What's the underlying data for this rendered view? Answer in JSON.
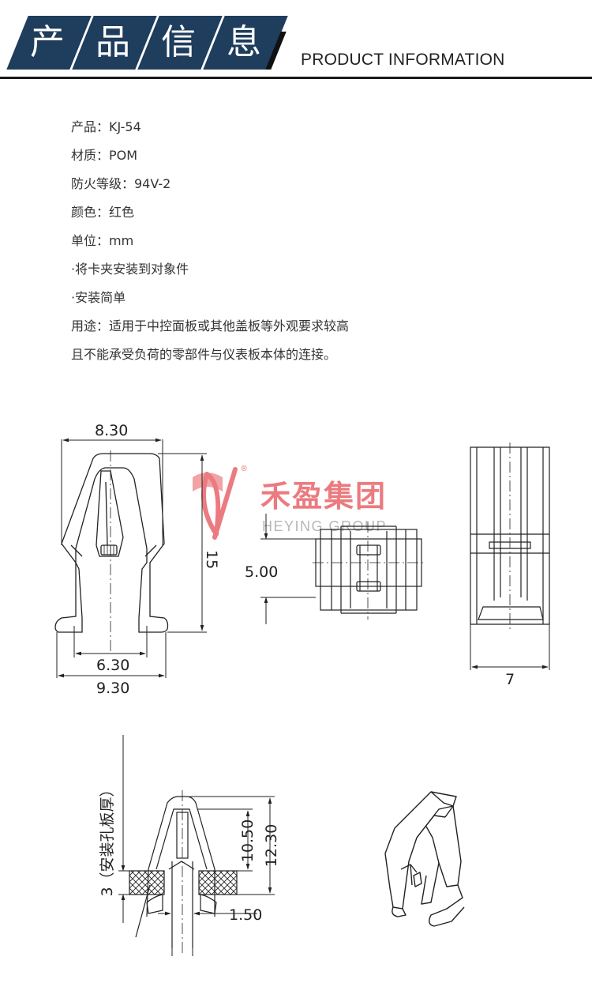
{
  "header": {
    "title_chars": [
      "产",
      "品",
      "信",
      "息"
    ],
    "subtitle": "PRODUCT INFORMATION",
    "tile_color": "#1f3d5c"
  },
  "specs": [
    "产品：KJ-54",
    "材质：POM",
    "防火等级：94V-2",
    "颜色：红色",
    "单位：mm",
    "·将卡夹安装到对象件",
    "·安装简单",
    "用途：适用于中控面板或其他盖板等外观要求较高",
    "且不能承受负荷的零部件与仪表板本体的连接。"
  ],
  "watermark": {
    "brand_cn": "禾盈集团",
    "brand_en": "HEYING GROUP",
    "registered": "®",
    "color": "#e8656a"
  },
  "dimensions": {
    "front_top_width": "8.30",
    "front_height": "15",
    "front_inner_width": "6.30",
    "front_base_width": "9.30",
    "side_spacing": "5.00",
    "end_width": "7",
    "mount_thickness": "3（安装孔板厚）",
    "mount_inner_height": "10.50",
    "mount_total_height": "12.30",
    "mount_gap": "1.50"
  }
}
